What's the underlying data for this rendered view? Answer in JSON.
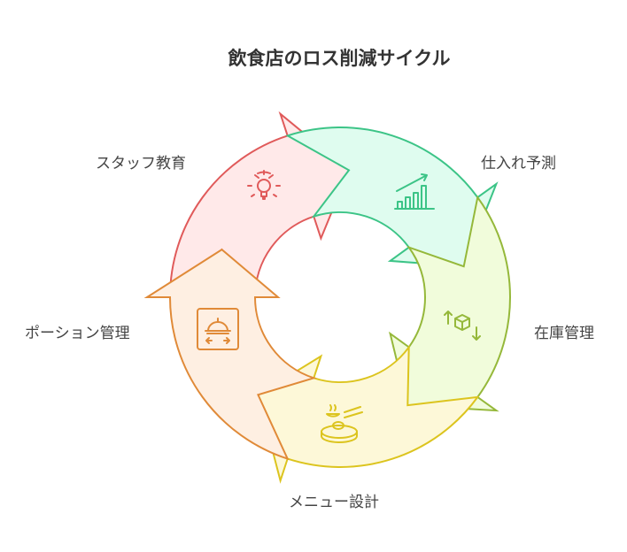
{
  "title": "飲食店のロス削減サイクル",
  "steps": [
    {
      "label": "スタッフ教育",
      "icon": "lightbulb-gear-icon",
      "stroke": "#e05a5a",
      "fill": "#ffe9e9"
    },
    {
      "label": "仕入れ予測",
      "icon": "growth-chart-icon",
      "stroke": "#3cc487",
      "fill": "#dffcef"
    },
    {
      "label": "在庫管理",
      "icon": "inventory-box-icon",
      "stroke": "#95b83a",
      "fill": "#f1fcdb"
    },
    {
      "label": "メニュー設計",
      "icon": "food-dish-icon",
      "stroke": "#dcc41e",
      "fill": "#fdf8d8"
    },
    {
      "label": "ポーション管理",
      "icon": "serving-tray-icon",
      "stroke": "#e08a38",
      "fill": "#feefe2"
    }
  ]
}
